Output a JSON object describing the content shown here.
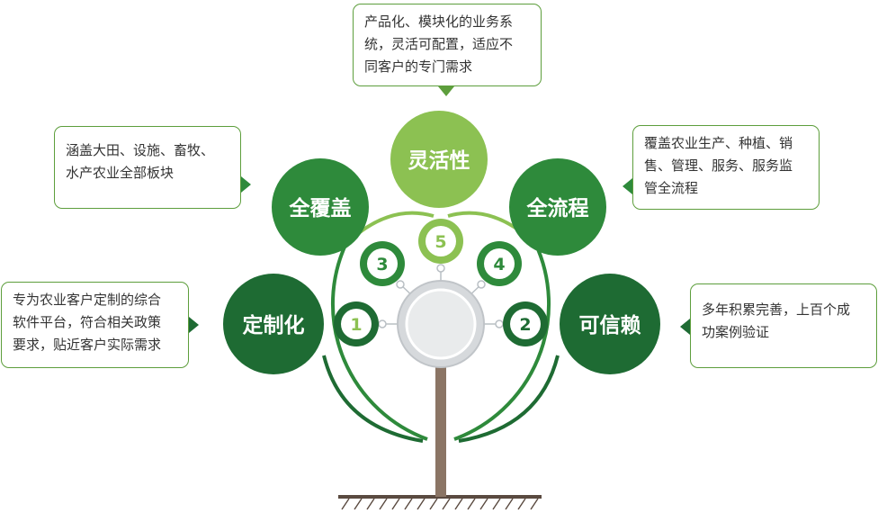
{
  "nodes": {
    "top": {
      "label": "灵活性",
      "number": "5"
    },
    "left": {
      "label": "全覆盖",
      "number": "3"
    },
    "right": {
      "label": "全流程",
      "number": "4"
    },
    "bl": {
      "label": "定制化",
      "number": "1"
    },
    "br": {
      "label": "可信赖",
      "number": "2"
    }
  },
  "callouts": {
    "top": {
      "lines": [
        "产品化、模块化的业务系",
        "统，灵活可配置，适应不",
        "同客户的专门需求"
      ]
    },
    "left": {
      "lines": [
        "涵盖大田、设施、畜牧、",
        "水产农业全部板块"
      ]
    },
    "right": {
      "lines": [
        "覆盖农业生产、种植、销",
        "售、管理、服务、服务监",
        "管全流程"
      ]
    },
    "bl": {
      "lines": [
        "专为农业客户定制的综合",
        "软件平台，符合相关政策",
        "要求，贴近客户实际需求"
      ]
    },
    "br": {
      "lines": [
        "多年积累完善，上百个成",
        "功案例验证"
      ]
    }
  },
  "colors": {
    "light_green": "#8cc152",
    "mid_green": "#2e8a3b",
    "dark_green": "#1e6b33",
    "trunk": "#8b7565",
    "center_gray": "#d0d3d6"
  }
}
